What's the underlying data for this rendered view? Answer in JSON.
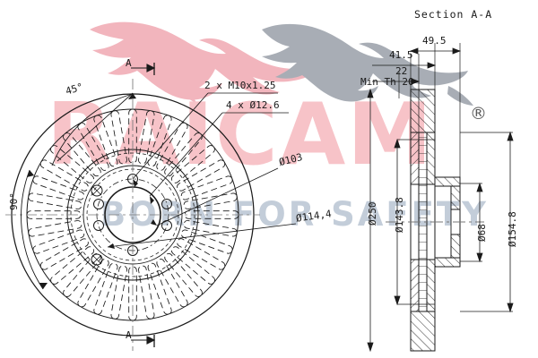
{
  "drawing": {
    "type": "brake-disc-engineering-drawing",
    "section_title": "Section A-A",
    "section_marker": "A",
    "watermark": {
      "brand": "RAICAM",
      "tagline": "BORN FOR SAFETY",
      "registered_mark": "®",
      "brand_color": "#f7c3c8",
      "tagline_color": "#c3cdd9",
      "logo_primary_color": "#f2b5bd",
      "logo_secondary_color": "#a8adb5"
    },
    "front_view": {
      "annotations": [
        {
          "id": "angle-45",
          "text": "45°"
        },
        {
          "id": "angle-90",
          "text": "90°"
        },
        {
          "id": "threaded-holes",
          "text": "2  x  M10x1.25"
        },
        {
          "id": "bolt-holes",
          "text": "4  x  Ø12.6"
        },
        {
          "id": "dia-103",
          "text": "Ø103"
        },
        {
          "id": "pcd",
          "text": "Ø114,4"
        }
      ]
    },
    "section_view": {
      "linear_dimensions": [
        {
          "id": "overall-width",
          "text": "49.5"
        },
        {
          "id": "offset",
          "text": "41.5"
        },
        {
          "id": "disc-thickness",
          "text": "22"
        },
        {
          "id": "min-thickness",
          "text": "Min Th 20"
        }
      ],
      "diameter_dimensions": [
        {
          "id": "outer-dia",
          "text": "Ø250"
        },
        {
          "id": "friction-inner-dia",
          "text": "Ø143.8"
        },
        {
          "id": "centre-bore",
          "text": "Ø68"
        },
        {
          "id": "hub-dia",
          "text": "Ø154.8"
        }
      ]
    }
  }
}
